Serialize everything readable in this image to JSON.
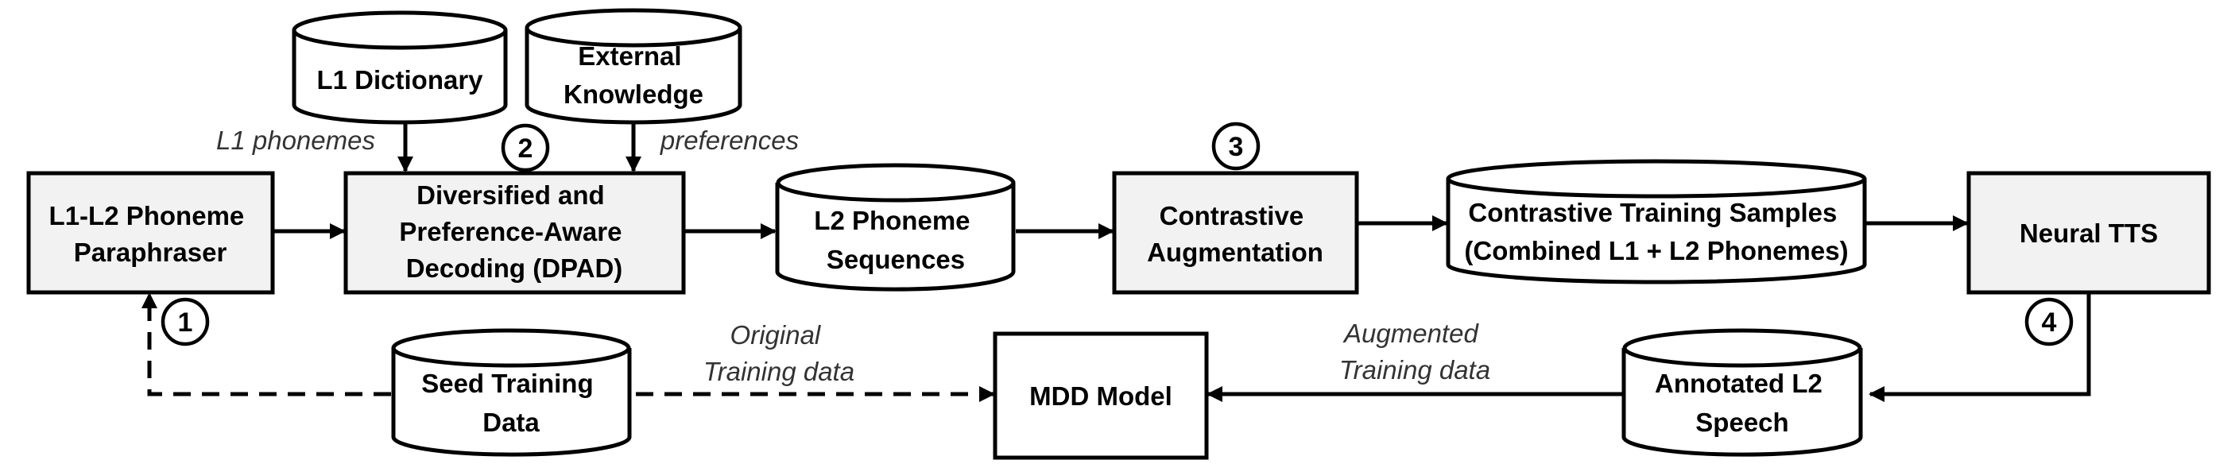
{
  "nodes": {
    "paraphraser": [
      "L1-L2 Phoneme",
      "Paraphraser"
    ],
    "l1_dictionary": [
      "L1 Dictionary"
    ],
    "external_knowledge": [
      "External",
      "Knowledge"
    ],
    "dpad": [
      "Diversified and",
      "Preference-Aware",
      "Decoding (DPAD)"
    ],
    "l2_sequences": [
      "L2 Phoneme",
      "Sequences"
    ],
    "contrastive_aug": [
      "Contrastive",
      "Augmentation"
    ],
    "contrastive_samples": [
      "Contrastive Training Samples",
      "(Combined L1 + L2 Phonemes)"
    ],
    "neural_tts": [
      "Neural TTS"
    ],
    "seed_data": [
      "Seed Training",
      "Data"
    ],
    "mdd_model": [
      "MDD Model"
    ],
    "annotated_speech": [
      "Annotated L2",
      "Speech"
    ]
  },
  "edge_labels": {
    "l1_phonemes": [
      "L1 phonemes"
    ],
    "preferences": [
      "preferences"
    ],
    "original": [
      "Original",
      "Training data"
    ],
    "augmented": [
      "Augmented",
      "Training data"
    ]
  },
  "steps": [
    "1",
    "2",
    "3",
    "4"
  ],
  "colors": {
    "process_fill": "#f2f2f2",
    "stroke": "#000000",
    "italic_text": "#333333"
  }
}
